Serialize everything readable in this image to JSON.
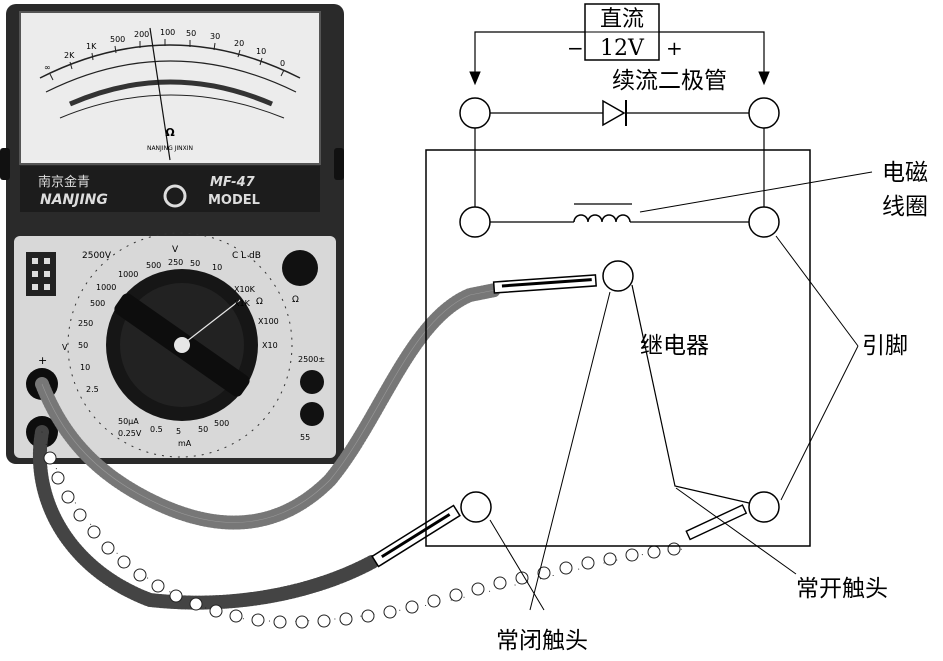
{
  "power": {
    "line1": "直流",
    "line2": "12V",
    "minus": "−",
    "plus": "+"
  },
  "labels": {
    "diode": "续流二极管",
    "coil_line1": "电磁",
    "coil_line2": "线圈",
    "relay": "继电器",
    "pins": "引脚",
    "no_contact": "常开触头",
    "nc_contact": "常闭触头"
  },
  "meter": {
    "brand_cn": "南京金青",
    "brand_en": "NANJING",
    "model_name": "MF-47",
    "model_word": "MODEL",
    "maker_line": "NANJING JINXIN",
    "scale_labels": [
      "0",
      "10",
      "20",
      "30",
      "50",
      "100",
      "200",
      "500",
      "1K",
      "2K",
      "∞"
    ],
    "dial_top": [
      "1000",
      "500",
      "250",
      "50",
      "10"
    ],
    "dial_left": [
      "1000",
      "500",
      "250",
      "50",
      "10",
      "2.5"
    ],
    "dial_right": [
      "X10K",
      "X1K",
      "X100",
      "X10"
    ],
    "dial_bottom": [
      "50μA",
      "0.25V",
      "0.5",
      "5",
      "50",
      "500",
      "mA"
    ],
    "ohm_symbol": "Ω",
    "range_2500v": "2500V",
    "range_2500v_right": "2500±",
    "range_c": "C L dB",
    "socket_label": "55",
    "plus_sign": "+",
    "v_unit": "V"
  },
  "colors": {
    "ink": "#000000",
    "meter_body": "#2b2b2b",
    "meter_face": "#e9e9e9",
    "dial": "#1a1a1a"
  }
}
